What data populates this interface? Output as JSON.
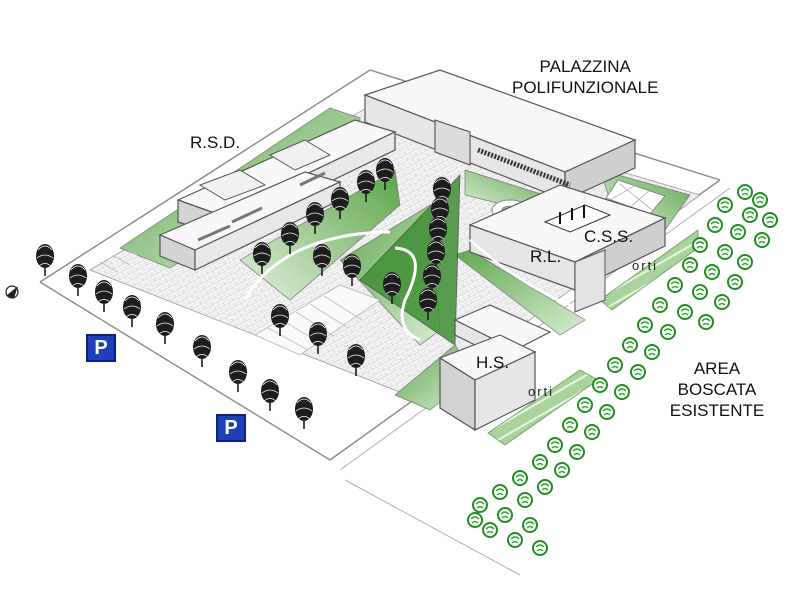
{
  "labels": {
    "palazzina_line1": "PALAZZINA",
    "palazzina_line2": "POLIFUNZIONALE",
    "rsd": "R.S.D.",
    "css": "C.S.S.",
    "rl": "R.L.",
    "hs": "H.S.",
    "orti_right": "orti",
    "orti_bottom": "orti",
    "area_line1": "AREA",
    "area_line2": "BOSCATA",
    "area_line3": "ESISTENTE"
  },
  "parking": {
    "symbol": "P"
  },
  "icons": {
    "compass": "north-arrow-icon",
    "tree": "tree-icon",
    "shrub": "shrub-icon",
    "parking": "parking-sign-icon"
  },
  "colors": {
    "lawn": "#7eb86a",
    "lawn_dark": "#4c9a3c",
    "building": "#f2f2f2",
    "building_shadow": "#c8c8c8",
    "outline": "#555555",
    "paving": "#e6e6e6",
    "shrub": "#2c9a2c",
    "tree": "#222222",
    "parking_sign": "#1f3fb8"
  }
}
